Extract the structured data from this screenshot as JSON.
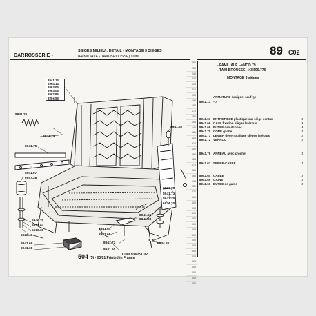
{
  "header": {
    "category": "CARROSSERIE -",
    "line1": "SIEGES MILIEU : DETAIL - MONTAGE 3 SIEGES",
    "line2": "(FAMILIALE - TAXI-BROUSSE) suite",
    "page_number": "89",
    "page_code": "C02"
  },
  "row_numbers": [
    "260",
    "250",
    "240",
    "230",
    "220",
    "210",
    "200",
    "190",
    "180",
    "170",
    "160",
    "150",
    "140",
    "130",
    "120",
    "110",
    "100",
    "090",
    "080",
    "070",
    "060",
    "050",
    "040",
    "030",
    "020",
    "010",
    "000",
    "000",
    "000",
    "000",
    "000",
    "000",
    "000",
    "000",
    "000",
    "000",
    "000",
    "000",
    "000",
    "000",
    "000",
    "000"
  ],
  "parts_list": {
    "models": [
      "- FAMILIALE -->MOD 79",
      "- TAXI-BROUSSE -->3.595.776"
    ],
    "section_title": "MONTAGE 3 sièges",
    "items": [
      {
        "ref": "",
        "desc": "ARMATURE équipée, sauf ⦗⦘ :",
        "qty": ""
      },
      {
        "ref": "8941.13",
        "desc": "-->",
        "qty": ""
      },
      {
        "ref": "8941.67",
        "desc": "ENTRETOISE plastique sur siège central",
        "qty": "2"
      },
      {
        "ref": "8941.66",
        "desc": "CALE fixation sièges latéraux",
        "qty": "4"
      },
      {
        "ref": "8941.69",
        "desc": "BUTEE caoutchouc",
        "qty": "4"
      },
      {
        "ref": "8941.70",
        "desc": "CONE gâche",
        "qty": "2"
      },
      {
        "ref": "8941.71",
        "desc": "LEVIER déverrouillage sièges latéraux",
        "qty": "2"
      },
      {
        "ref": "8941.72",
        "desc": "VERROU",
        "qty": "2"
      },
      {
        "ref": "8941.76",
        "desc": "ANNEAU avec crochet",
        "qty": "2"
      },
      {
        "ref": "8941.62",
        "desc": "SERRE-CABLE",
        "qty": "2"
      },
      {
        "ref": "8941.64",
        "desc": "CABLE",
        "qty": "2"
      },
      {
        "ref": "8941.65",
        "desc": "GAINE",
        "qty": "2"
      },
      {
        "ref": "8941.66",
        "desc": "BUTEE de gaine",
        "qty": "2"
      }
    ]
  },
  "diagram_labels": {
    "legend": [
      "8941.13",
      "8964.14",
      "8963.05",
      "8963.06",
      "8962.95",
      "8962.96",
      "8962.97"
    ],
    "l_8941_76": "8941.76",
    "l_8941_74": "8941.74",
    "l_8941_75": "8941.75",
    "l_8941_67": "8941.67",
    "l_6957_26": "6957.26",
    "l_6946_20": "6946.20",
    "l_6932_04": "6932.04",
    "l_5510_30": "5510.30",
    "l_5922_43": "5922.43",
    "l_8941_69": "8941.69",
    "l_8941_68": "8941.68",
    "l_8941_62": "8941.62",
    "l_6923_03": "6923.03",
    "l_8941_71": "8941.71",
    "l_8941_70": "8941.70",
    "l_6934_20": "6934.20",
    "l_8941_65": "8941.65",
    "l_8941_63": "8941.63",
    "l_8941_64": "8941.64",
    "l_8941_66": "8941.66",
    "l_8941_72": "8941.72",
    "l_8941_60": "8941.60",
    "l_6934_20b": "6934.20"
  },
  "footer": {
    "page_ref": "504",
    "page_ref_suffix": "(5) - 03/81 Printed in France",
    "stamp": "11/90 504 89C02"
  }
}
